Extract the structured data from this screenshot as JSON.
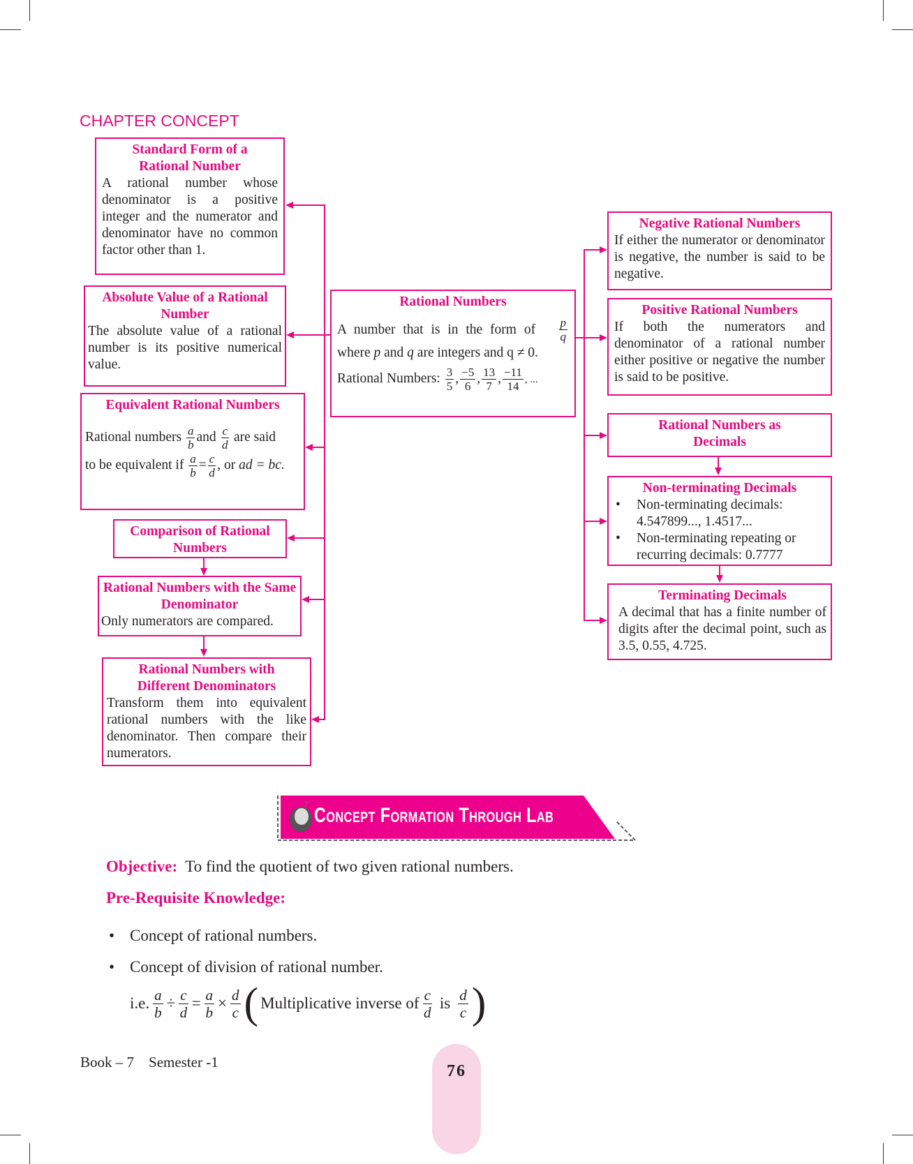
{
  "chapter_concept": "CHAPTER CONCEPT",
  "standard_form": {
    "title_1": "Standard Form of a",
    "title_2": "Rational Number",
    "body": "A rational number whose denominator is a positive integer and the numerator and denominator have no common factor other than 1."
  },
  "absolute_value": {
    "title": "Absolute Value of a Rational Number",
    "body": "The absolute value of a rational number is its positive numerical value."
  },
  "equivalent": {
    "title": "Equivalent Rational Numbers",
    "t1": "Rational numbers",
    "and": "and",
    "t2": "are said",
    "t3": "to be equivalent if",
    "eq": "=",
    "t4": ", or",
    "t5": "ad = bc.",
    "a": "a",
    "b": "b",
    "c": "c",
    "d": "d"
  },
  "comparison": {
    "title": "Comparison of Rational Numbers"
  },
  "same_denominator": {
    "title": "Rational Numbers with the Same Denominator",
    "body": "Only numerators are compared."
  },
  "different_denominators": {
    "title": "Rational Numbers with Different Denominators",
    "body": "Transform them into equivalent rational numbers with the like denominator. Then compare their numerators."
  },
  "rational_numbers": {
    "title": "Rational Numbers",
    "line1": "A number that is in the form of",
    "p": "p",
    "q": "q",
    "line2a": "where",
    "line2b": "and",
    "line2c": "are integers and",
    "line2d": "q ≠ 0.",
    "examples_label": "Rational Numbers:",
    "examples": [
      {
        "n": "3",
        "d": "5"
      },
      {
        "n": "−5",
        "d": "6"
      },
      {
        "n": "13",
        "d": "7"
      },
      {
        "n": "−11",
        "d": "14"
      }
    ],
    "ellipsis": ", ..."
  },
  "negative": {
    "title": "Negative Rational Numbers",
    "body": "If either the numerator or denominator is negative, the number is said to be negative."
  },
  "positive": {
    "title": "Positive Rational Numbers",
    "body": "If both the numerators and denominator of a rational number either positive or negative the number is said to be positive."
  },
  "as_decimals": {
    "title_1": "Rational Numbers as",
    "title_2": "Decimals"
  },
  "non_terminating": {
    "title": "Non-terminating Decimals",
    "items": [
      "Non-terminating decimals: 4.547899..., 1.4517...",
      "Non-terminating repeating or recurring decimals: 0.7777"
    ]
  },
  "terminating": {
    "title": "Terminating Decimals",
    "body": "A decimal that has a finite number of digits after the decimal point, such as 3.5, 0.55, 4.725."
  },
  "lab_banner": "Concept Formation Through Lab",
  "objective": {
    "label": "Objective:",
    "text": "To find the quotient of two given rational numbers."
  },
  "prereq": {
    "label": "Pre-Requisite Knowledge:",
    "items": [
      "Concept of rational numbers.",
      "Concept of division of rational number."
    ]
  },
  "formula": {
    "ie": "i.e.",
    "div": "÷",
    "eq": "=",
    "times": "×",
    "text": "Multiplicative inverse of",
    "is": "is",
    "a": "a",
    "b": "b",
    "c": "c",
    "d": "d"
  },
  "footer": {
    "book": "Book – 7",
    "semester": "Semester -1",
    "page": "76"
  },
  "colors": {
    "accent": "#e5097f",
    "page_pill": "#f9d6e6"
  }
}
